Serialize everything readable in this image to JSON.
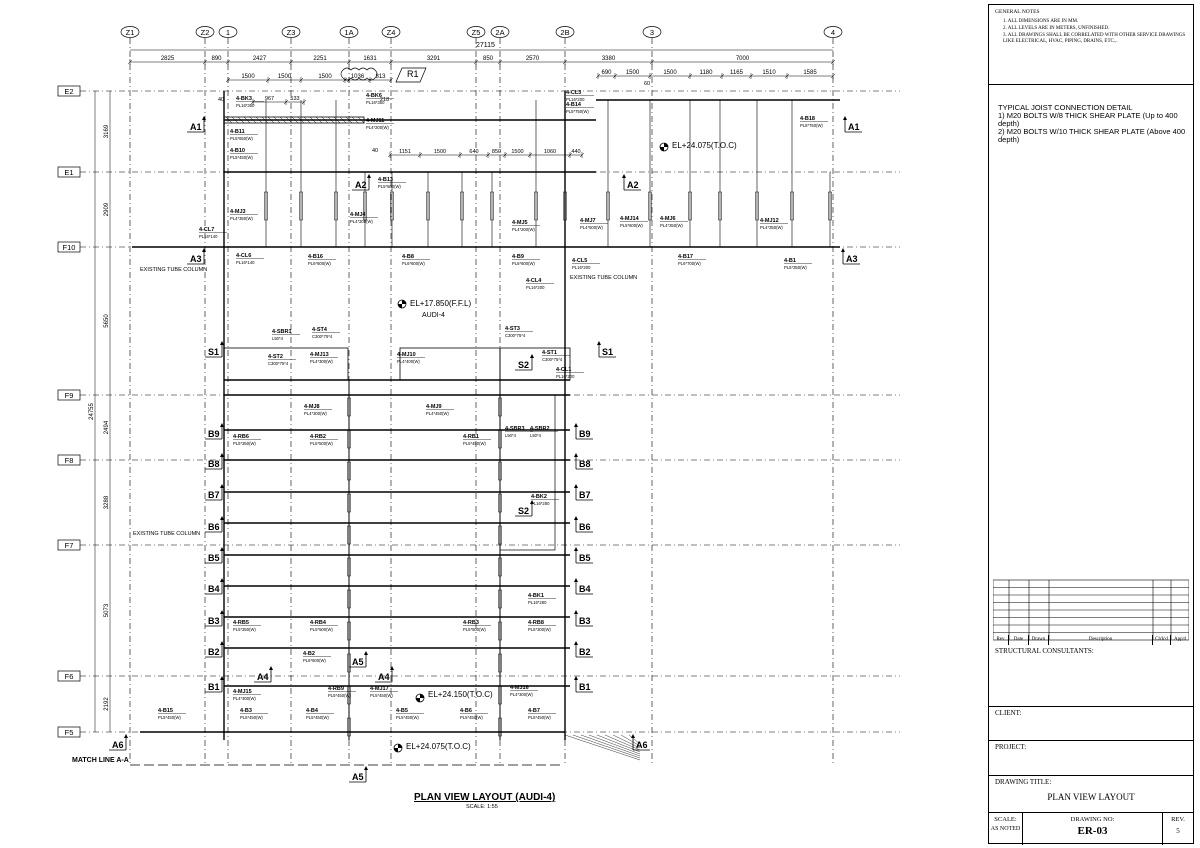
{
  "drawing": {
    "overall_dim": "27115",
    "top_dims": [
      "2825",
      "890",
      "2427",
      "2251",
      "1631",
      "3291",
      "850",
      "2570",
      "3380",
      "7000"
    ],
    "sub_dims_left": [
      "1500",
      "1500",
      "1500"
    ],
    "sub_dims_mid": [
      "1036",
      "813"
    ],
    "sub_dims_right": [
      "690",
      "1500",
      "1500",
      "1180",
      "1165",
      "1510",
      "1585"
    ],
    "mid_dims": [
      "967",
      "533",
      "218",
      "1151",
      "1500",
      "640",
      "850",
      "1500",
      "1060",
      "440"
    ],
    "small_dims": [
      "40",
      "60",
      "40"
    ],
    "left_dims": [
      "3169",
      "2909",
      "5650",
      "24755",
      "2494",
      "3288",
      "5073",
      "2192"
    ],
    "grid_cols": [
      "Z1",
      "Z2",
      "1",
      "Z3",
      "1A",
      "Z4",
      "Z5",
      "2A",
      "2B",
      "3",
      "4"
    ],
    "grid_rows": [
      "E2",
      "E1",
      "F10",
      "F9",
      "F8",
      "F7",
      "F6",
      "F5"
    ],
    "revision_tag": "R1",
    "levels": {
      "toc_top": "EL+24.075(T.O.C)",
      "ffl": "EL+17.850(F.F.L)",
      "audi": "AUDI-4",
      "toc_bottom": "EL+24.150(T.O.C)",
      "toc_bottom2": "EL+24.075(T.O.C)"
    },
    "notes": {
      "existing_tube_1": "EXISTING TUBE COLUMN",
      "existing_tube_2": "EXISTING TUBE COLUMN",
      "existing_tube_3": "EXISTING TUBE COLUMN",
      "match_line": "MATCH LINE A-A"
    },
    "title": "PLAN VIEW LAYOUT (AUDI-4)",
    "scale": "SCALE: 1:55",
    "sections": {
      "A1": "A1",
      "A2": "A2",
      "A3": "A3",
      "A4": "A4",
      "A5": "A5",
      "A6": "A6",
      "S1": "S1",
      "S2": "S2",
      "B1": "B1",
      "B2": "B2",
      "B3": "B3",
      "B4": "B4",
      "B5": "B5",
      "B6": "B6",
      "B7": "B7",
      "B8": "B8",
      "B9": "B9"
    },
    "tags": [
      {
        "name": "4-BK3",
        "sub": "PL16*350"
      },
      {
        "name": "4-BK6",
        "sub": "PL16*350"
      },
      {
        "name": "4-MJ11",
        "sub": "PL4*200(W)"
      },
      {
        "name": "4-B11",
        "sub": "PL5*650(W)"
      },
      {
        "name": "4-B10",
        "sub": "PL5*450(W)"
      },
      {
        "name": "4-B13",
        "sub": "PL5*500(W)"
      },
      {
        "name": "4-CL3",
        "sub": "PL16*200"
      },
      {
        "name": "4-B14",
        "sub": "PL5*750(W)"
      },
      {
        "name": "4-B18",
        "sub": "PL8*750(W)"
      },
      {
        "name": "4-CL7",
        "sub": "PL16*140"
      },
      {
        "name": "4-MJ3",
        "sub": "PL4*350(W)"
      },
      {
        "name": "4-MJ4",
        "sub": "PL4*200(W)"
      },
      {
        "name": "4-MJ5",
        "sub": "PL4*200(W)"
      },
      {
        "name": "4-MJ7",
        "sub": "PL4*500(W)"
      },
      {
        "name": "4-MJ14",
        "sub": "PL5*600(W)"
      },
      {
        "name": "4-MJ6",
        "sub": "PL4*350(W)"
      },
      {
        "name": "4-MJ12",
        "sub": "PL4*350(W)"
      },
      {
        "name": "4-CL6",
        "sub": "PL16*140"
      },
      {
        "name": "4-B16",
        "sub": "PL6*600(W)"
      },
      {
        "name": "4-B8",
        "sub": "PL6*600(W)"
      },
      {
        "name": "4-B9",
        "sub": "PL6*600(W)"
      },
      {
        "name": "4-CL5",
        "sub": "PL16*200"
      },
      {
        "name": "4-B17",
        "sub": "PL6*700(W)"
      },
      {
        "name": "4-B1",
        "sub": "PL5*350(W)"
      },
      {
        "name": "4-CL4",
        "sub": "PL16*200"
      },
      {
        "name": "4-SBR1",
        "sub": "L50*4"
      },
      {
        "name": "4-ST4",
        "sub": "C300*75*4"
      },
      {
        "name": "4-ST2",
        "sub": "C300*75*4"
      },
      {
        "name": "4-MJ13",
        "sub": "PL4*300(W)"
      },
      {
        "name": "4-MJ10",
        "sub": "PL4*400(W)"
      },
      {
        "name": "4-ST3",
        "sub": "C300*75*4"
      },
      {
        "name": "4-ST1",
        "sub": "C300*75*4"
      },
      {
        "name": "4-CL1",
        "sub": "PL16*200"
      },
      {
        "name": "4-MJ8",
        "sub": "PL4*300(W)"
      },
      {
        "name": "4-MJ9",
        "sub": "PL4*450(W)"
      },
      {
        "name": "4-RB6",
        "sub": "PL5*350(W)"
      },
      {
        "name": "4-RB2",
        "sub": "PL5*500(W)"
      },
      {
        "name": "4-RB1",
        "sub": "PL5*450(W)"
      },
      {
        "name": "4-SBR3",
        "sub": "L50*4"
      },
      {
        "name": "4-SBR2",
        "sub": "L50*4"
      },
      {
        "name": "4-BK2",
        "sub": "PL16*280"
      },
      {
        "name": "4-BK1",
        "sub": "PL16*280"
      },
      {
        "name": "4-RB5",
        "sub": "PL5*350(W)"
      },
      {
        "name": "4-RB4",
        "sub": "PL5*500(W)"
      },
      {
        "name": "4-RB3",
        "sub": "PL5*500(W)"
      },
      {
        "name": "4-RB8",
        "sub": "PL5*300(W)"
      },
      {
        "name": "4-B2",
        "sub": "PL6*600(W)"
      },
      {
        "name": "4-MJ15",
        "sub": "PL4*300(W)"
      },
      {
        "name": "4-RB9",
        "sub": "PL5*450(W)"
      },
      {
        "name": "4-MJ17",
        "sub": "PL5*450(W)"
      },
      {
        "name": "4-MJ16",
        "sub": "PL4*300(W)"
      },
      {
        "name": "4-B15",
        "sub": "PL5*450(W)"
      },
      {
        "name": "4-B3",
        "sub": "PL5*450(W)"
      },
      {
        "name": "4-B4",
        "sub": "PL5*450(W)"
      },
      {
        "name": "4-B5",
        "sub": "PL5*450(W)"
      },
      {
        "name": "4-B6",
        "sub": "PL5*450(W)"
      },
      {
        "name": "4-B7",
        "sub": "PL5*450(W)"
      }
    ]
  },
  "title_block": {
    "general_notes_title": "GENERAL NOTES",
    "general_notes": [
      "1. ALL DIMENSIONS ARE IN MM.",
      "2. ALL LEVELS ARE IN METERS, UNFINISHED.",
      "3. ALL DRAWINGS SHALL BE CORRELATED WITH OTHER SERVICE DRAWINGS LIKE ELECTRICAL, HVAC, PIPING, DRAINS, ETC.,."
    ],
    "joist_detail": {
      "title": "TYPICAL JOIST CONNECTION DETAIL",
      "line1": "1) M20 BOLTS W/8 THICK SHEAR PLATE (Up to 400 depth)",
      "line2": "2) M20 BOLTS W/10 THICK SHEAR PLATE (Above 400 depth)"
    },
    "revision_headers": [
      "Rev",
      "Date",
      "Drawn",
      "Description",
      "Ch'k'd",
      "App'd"
    ],
    "structural_consultants": "STRUCTURAL CONSULTANTS:",
    "client": "CLIENT:",
    "project": "PROJECT:",
    "drawing_title_label": "DRAWING TITLE:",
    "drawing_title": "PLAN VIEW LAYOUT",
    "scale_label": "SCALE:",
    "scale_value": "AS NOTED",
    "drawing_no_label": "DRAWING NO:",
    "drawing_no": "ER-03",
    "rev_label": "REV.",
    "rev_value": "5"
  }
}
